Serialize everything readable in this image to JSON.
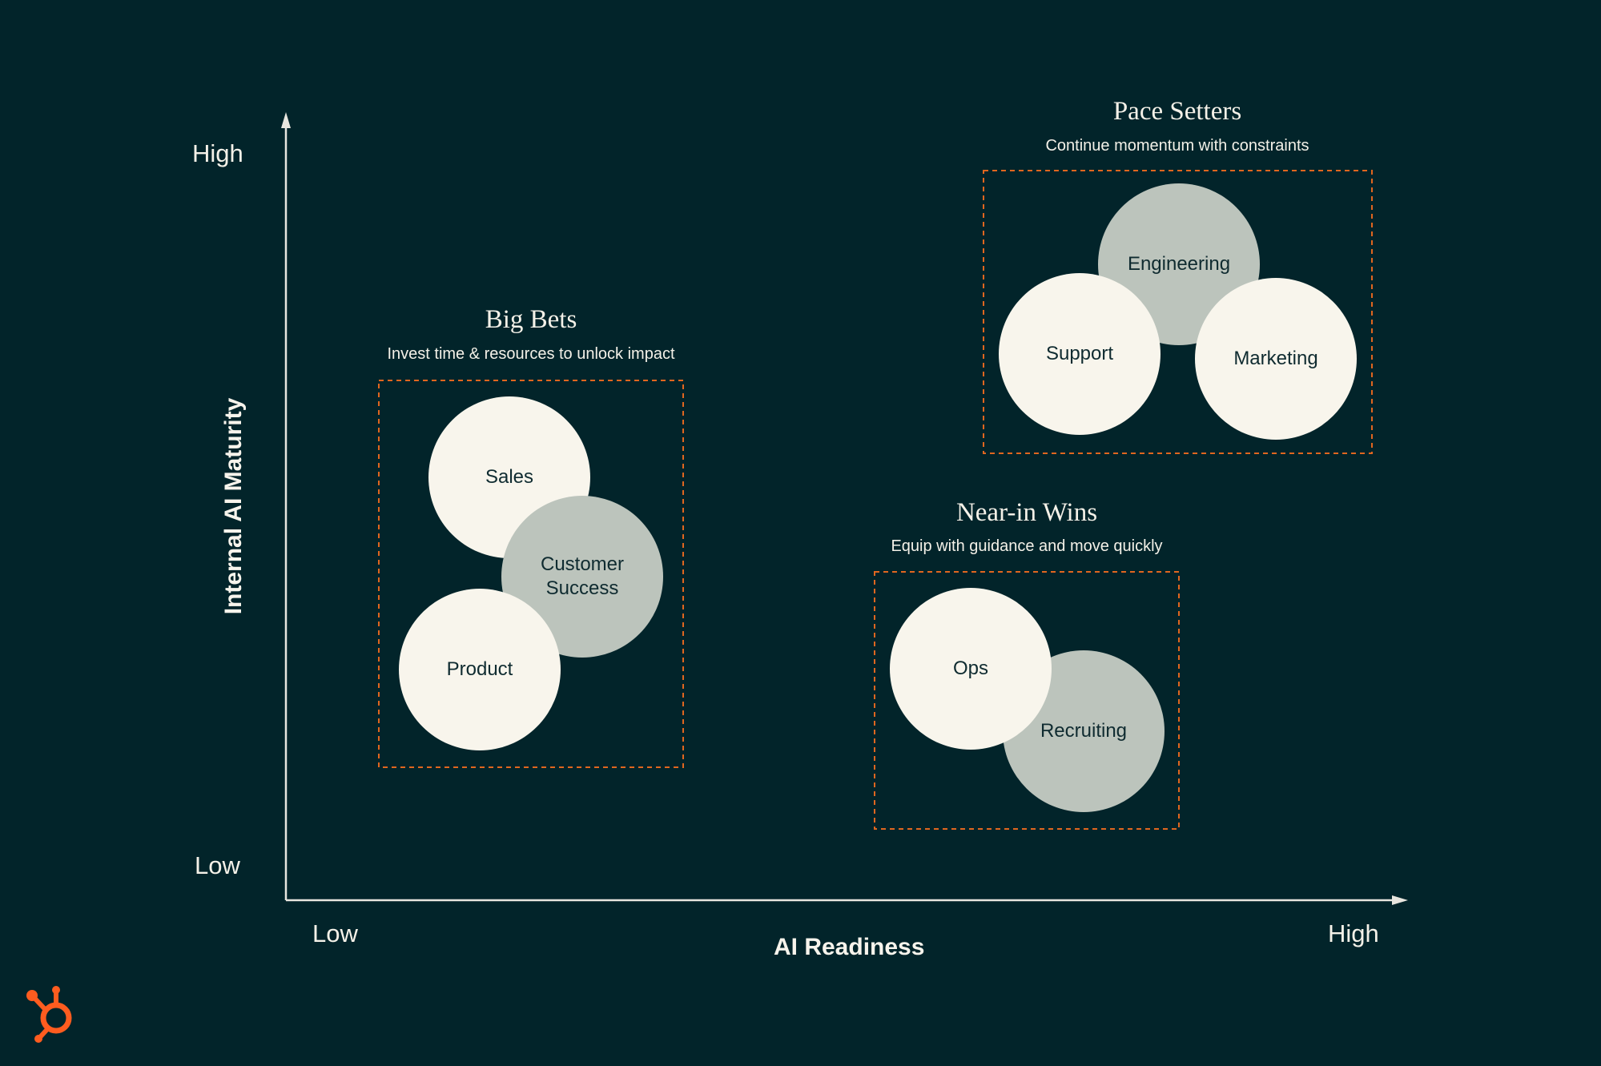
{
  "colors": {
    "background": "#02242a",
    "axis": "#e8e6df",
    "box_border": "#e0661f",
    "circle_light": "#f8f5ec",
    "circle_muted": "#bcc4bc",
    "circle_text": "#0f2b30",
    "text": "#f4f1e8",
    "logo": "#ff5c1f"
  },
  "axes": {
    "y_title": "Internal AI Maturity",
    "y_high": "High",
    "y_low": "Low",
    "x_title": "AI Readiness",
    "x_low": "Low",
    "x_high": "High"
  },
  "groups": [
    {
      "id": "big-bets",
      "title": "Big Bets",
      "subtitle": "Invest time & resources to unlock impact",
      "teams": [
        {
          "label": "Sales",
          "tone": "light"
        },
        {
          "label": "Customer Success",
          "tone": "muted"
        },
        {
          "label": "Product",
          "tone": "light"
        }
      ]
    },
    {
      "id": "pace-setters",
      "title": "Pace Setters",
      "subtitle": "Continue momentum with constraints",
      "teams": [
        {
          "label": "Engineering",
          "tone": "muted"
        },
        {
          "label": "Support",
          "tone": "light"
        },
        {
          "label": "Marketing",
          "tone": "light"
        }
      ]
    },
    {
      "id": "near-in-wins",
      "title": "Near-in Wins",
      "subtitle": "Equip with guidance and move quickly",
      "teams": [
        {
          "label": "Recruiting",
          "tone": "muted"
        },
        {
          "label": "Ops",
          "tone": "light"
        }
      ]
    }
  ],
  "brand": {
    "logo_icon": "hubspot-sprocket-icon"
  }
}
